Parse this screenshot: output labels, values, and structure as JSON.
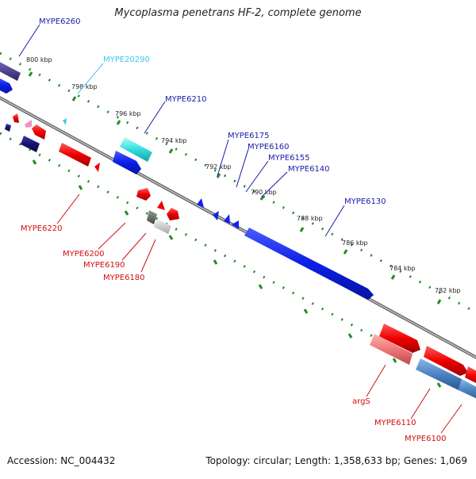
{
  "title": "Mycoplasma penetrans HF-2, complete genome",
  "footer": {
    "accession": "Accession: NC_004432",
    "summary": "Topology: circular; Length: 1,358,633 bp; Genes: 1,069"
  },
  "colors": {
    "forward_cds": "#0022ee",
    "reverse_cds": "#ee0000",
    "backbone": "#808080",
    "tick_marks": "#228B22",
    "label_forward": "#1a1aa8",
    "label_reverse": "#d01010",
    "label_highlight": "#38c8e8",
    "highlight_feature": "#33dddd"
  },
  "axis_labels": [
    "800 kbp",
    "798 kbp",
    "796 kbp",
    "794 kbp",
    "792 kbp",
    "790 kbp",
    "788 kbp",
    "786 kbp",
    "784 kbp",
    "782 kbp"
  ],
  "forward_labels": [
    "MYPE6260",
    "MYPE20290",
    "MYPE6210",
    "MYPE6175",
    "MYPE6160",
    "MYPE6155",
    "MYPE6140",
    "MYPE6130"
  ],
  "reverse_labels": [
    "MYPE6220",
    "MYPE6200",
    "MYPE6190",
    "MYPE6180",
    "argS",
    "MYPE6110",
    "MYPE6100"
  ]
}
